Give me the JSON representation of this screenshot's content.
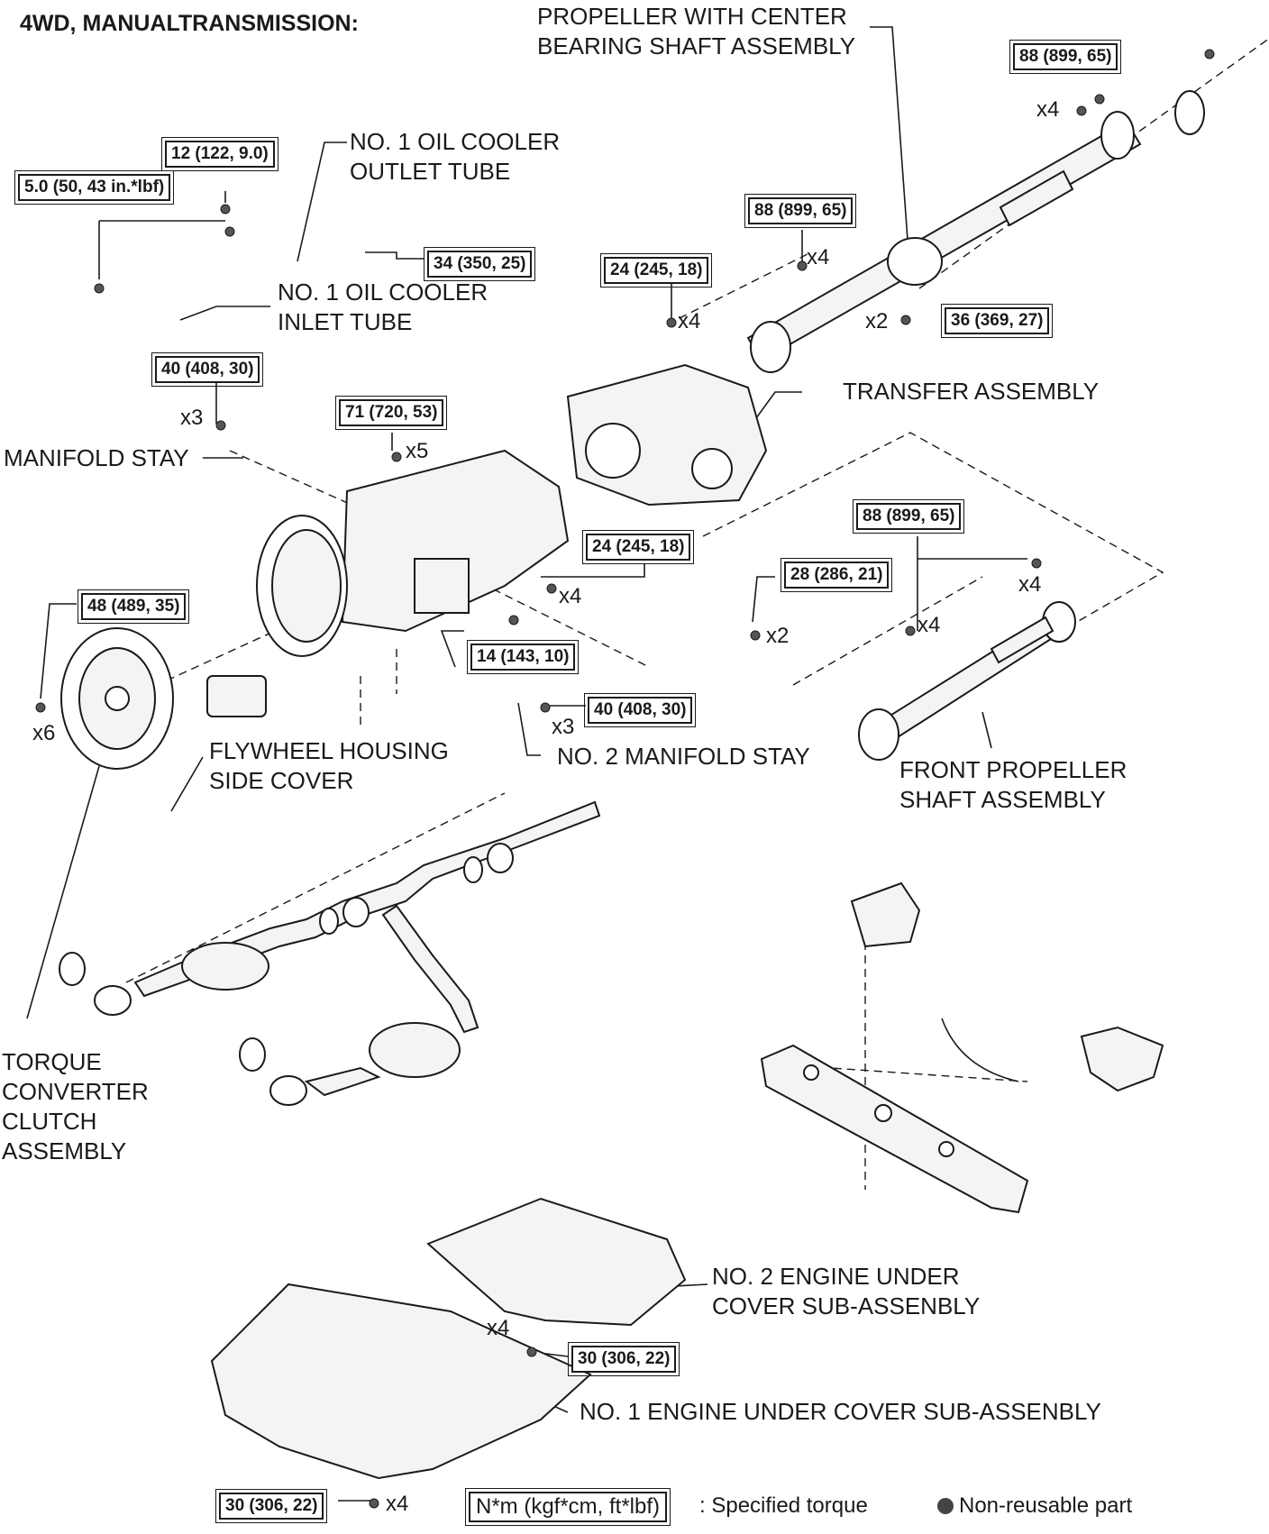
{
  "title": "4WD, MANUALTRANSMISSION:",
  "labels": {
    "propeller_center": [
      "PROPELLER WITH CENTER",
      "BEARING SHAFT ASSEMBLY"
    ],
    "oil_outlet": [
      "NO. 1 OIL COOLER",
      "OUTLET TUBE"
    ],
    "oil_inlet": [
      "NO. 1 OIL COOLER",
      "INLET TUBE"
    ],
    "transfer": "TRANSFER ASSEMBLY",
    "manifold_stay": "MANIFOLD STAY",
    "flywheel": [
      "FLYWHEEL HOUSING",
      "SIDE COVER"
    ],
    "manifold_stay2": "NO. 2 MANIFOLD STAY",
    "front_prop": [
      "FRONT PROPELLER",
      "SHAFT ASSEMBLY"
    ],
    "torque_conv": [
      "TORQUE",
      "CONVERTER",
      "CLUTCH",
      "ASSEMBLY"
    ],
    "under2": [
      "NO. 2 ENGINE UNDER",
      "COVER SUB-ASSENBLY"
    ],
    "under1": "NO. 1 ENGINE UNDER COVER SUB-ASSENBLY"
  },
  "torques": {
    "t_88a": "88 (899, 65)",
    "t_12": "12 (122, 9.0)",
    "t_5": "5.0 (50, 43 in.*lbf)",
    "t_88b": "88 (899, 65)",
    "t_34": "34 (350, 25)",
    "t_24a": "24 (245, 18)",
    "t_36": "36 (369, 27)",
    "t_40a": "40 (408, 30)",
    "t_71": "71 (720, 53)",
    "t_88c": "88 (899, 65)",
    "t_24b": "24 (245, 18)",
    "t_28": "28 (286, 21)",
    "t_48": "48 (489, 35)",
    "t_14": "14 (143, 10)",
    "t_40b": "40 (408, 30)",
    "t_30a": "30 (306, 22)",
    "t_30b": "30 (306, 22)"
  },
  "quantities": {
    "q1": "x4",
    "q2": "x4",
    "q3": "x4",
    "q4": "x2",
    "q5": "x3",
    "q6": "x5",
    "q7": "x4",
    "q8": "x2",
    "q9": "x4",
    "q10": "x4",
    "q11": "x6",
    "q12": "x3",
    "q13": "x4",
    "q14": "x4"
  },
  "legend": {
    "torque_unit": "N*m (kgf*cm, ft*lbf)",
    "torque_desc": ": Specified torque",
    "nonreusable": "Non-reusable part"
  }
}
